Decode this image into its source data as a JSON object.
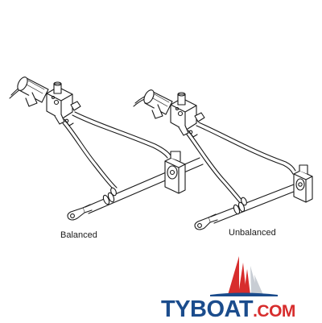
{
  "labels": {
    "balanced": "Balanced",
    "unbalanced": "Unbalanced"
  },
  "logo": {
    "name": "TYBOAT",
    "tld": ".COM",
    "colors": {
      "primary": "#1b4c8c",
      "accent": "#d72d2d"
    }
  },
  "colors": {
    "line": "#1a1a1a",
    "background": "#ffffff"
  }
}
